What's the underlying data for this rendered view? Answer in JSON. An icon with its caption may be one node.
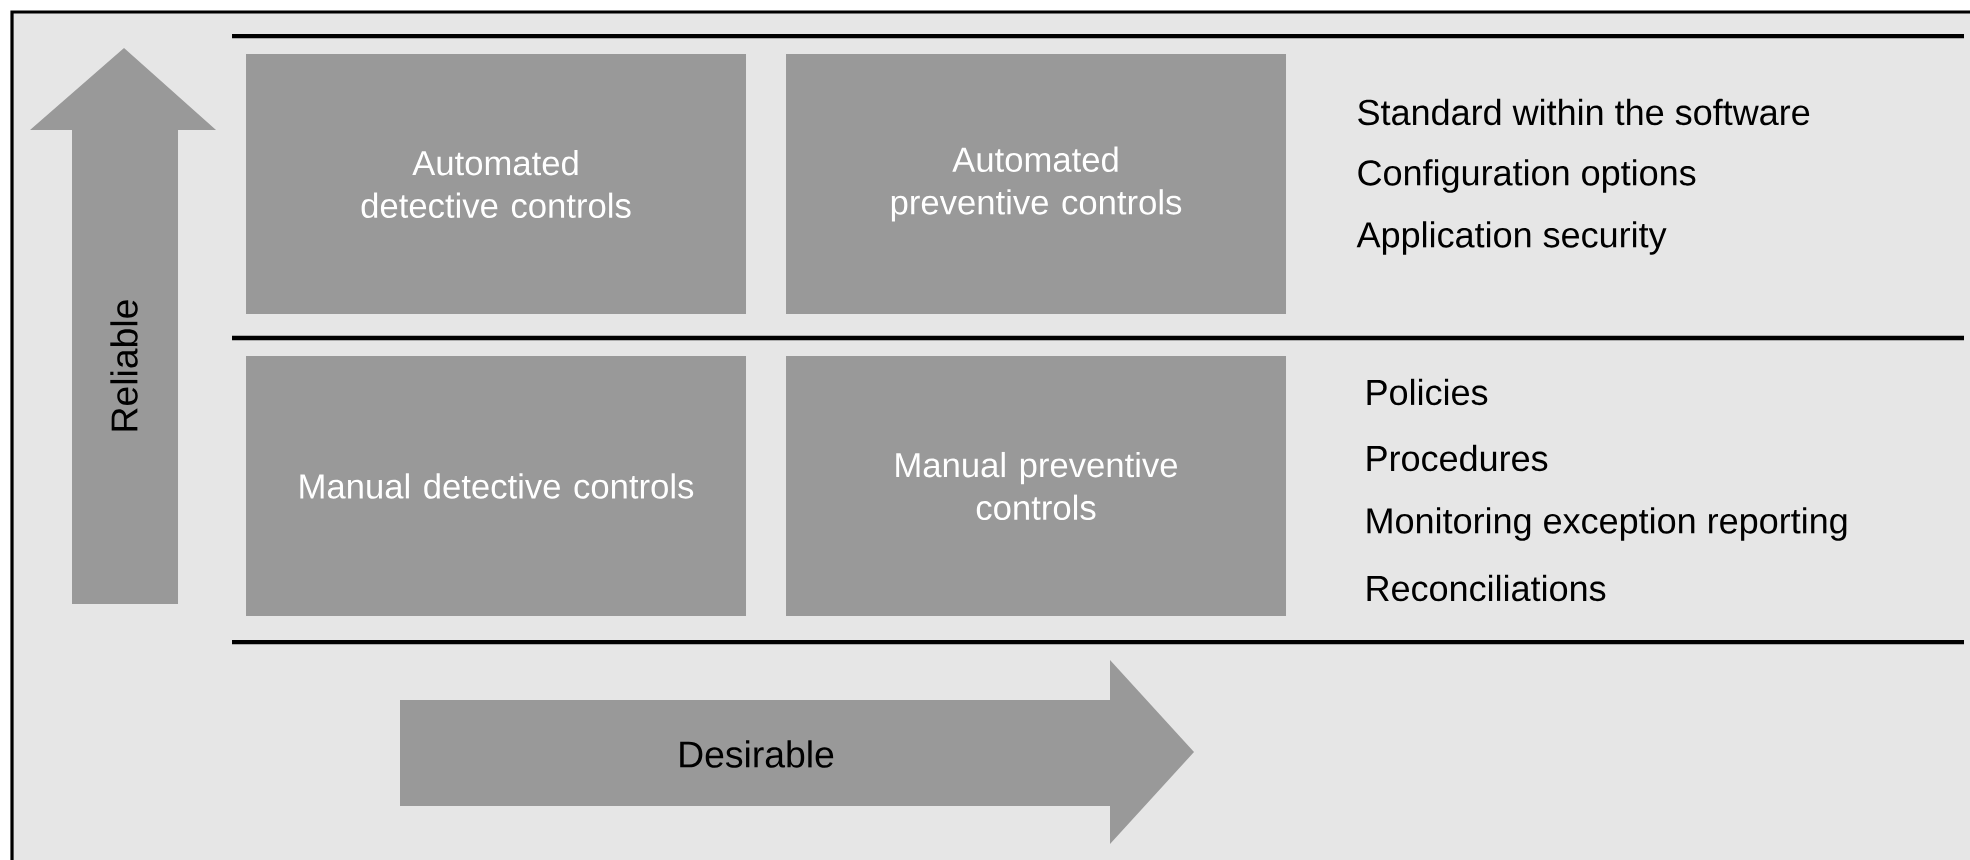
{
  "diagram": {
    "nodes": [
      {
        "text": [
          "Reliable"
        ]
      },
      {
        "text": [
          "Automated detective controls"
        ]
      },
      {
        "text": [
          "Automated preventive controls"
        ]
      },
      {
        "text": [
          "Manual detective controls"
        ]
      },
      {
        "text": [
          "Manual preventive controls"
        ]
      },
      {
        "text": [
          "Desirable"
        ]
      }
    ],
    "labels": [
      "Standard within the software",
      "Configuration options",
      "Application security",
      "Policies",
      "Procedures",
      "Monitoring exception reporting",
      "Reconciliations"
    ]
  }
}
